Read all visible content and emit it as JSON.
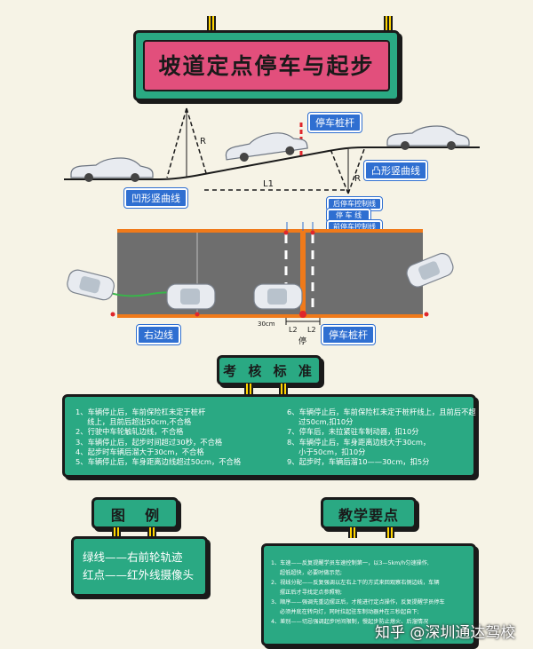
{
  "title": "坡道定点停车与起步",
  "diagram": {
    "labels": {
      "stop_pole_top": "停车桩杆",
      "concave_left": "凹形竖曲线",
      "convex_right": "凸形竖曲线",
      "l1": "L1",
      "r_left": "R",
      "r_right": "R",
      "front_control_line": "后停车控制线",
      "stop_line": "停 车 线",
      "rear_control_line": "前停车控制线",
      "right_edge_line": "右边线",
      "stop_pole_bottom": "停车桩杆",
      "dim_30": "30cm",
      "l2_left": "L2",
      "l2_right": "L2",
      "stop_char": "停"
    }
  },
  "criteria": {
    "heading": "考 核 标 准",
    "left_items": [
      "1、车辆停止后，车前保险杠未定于桩杆",
      "     线上，且前后超出50cm,不合格",
      "2、行驶中车轮触轧边线，不合格",
      "3、车辆停止后，起步时间超过30秒，不合格",
      "4、起步时车辆后溜大于30cm，不合格",
      "5、车辆停止后，车身距离边线超过50cm，不合格"
    ],
    "right_items": [
      "6、车辆停止后，车前保险杠未定于桩杆线上，且前后不超",
      "     过50cm,扣10分",
      "7、停车后，未拉紧驻车制动器，扣10分",
      "8、车辆停止后，车身距离边线大于30cm，",
      "     小于50cm，扣10分",
      "9、起步时，车辆后溜10——30cm，扣5分"
    ]
  },
  "legend": {
    "heading": "图    例",
    "items": [
      "绿线——右前轮轨迹",
      "红点——红外线摄像头"
    ]
  },
  "teaching": {
    "heading": "教学要点",
    "items": [
      "1、车速——反复提醒学员车速控制第一，以3—5km/h匀速操作,",
      "     超低超快，必要时做示范;",
      "2、视线分配——反复强调以左右上下的方式来回观察右侧边线，车辆",
      "     摆正后才寻找定点参照物;",
      "3、顺序——强调先重边摆正后，才能进行定点操作，反复提醒学员停车",
      "     必须并底在转向灯，同时拉起驻车制动器并在三秒起自下;",
      "4、差别——切忌强调起步时间限制，慢起步防止熄火、后溜情况"
    ]
  },
  "watermark": "知乎 @深圳通达驾校"
}
